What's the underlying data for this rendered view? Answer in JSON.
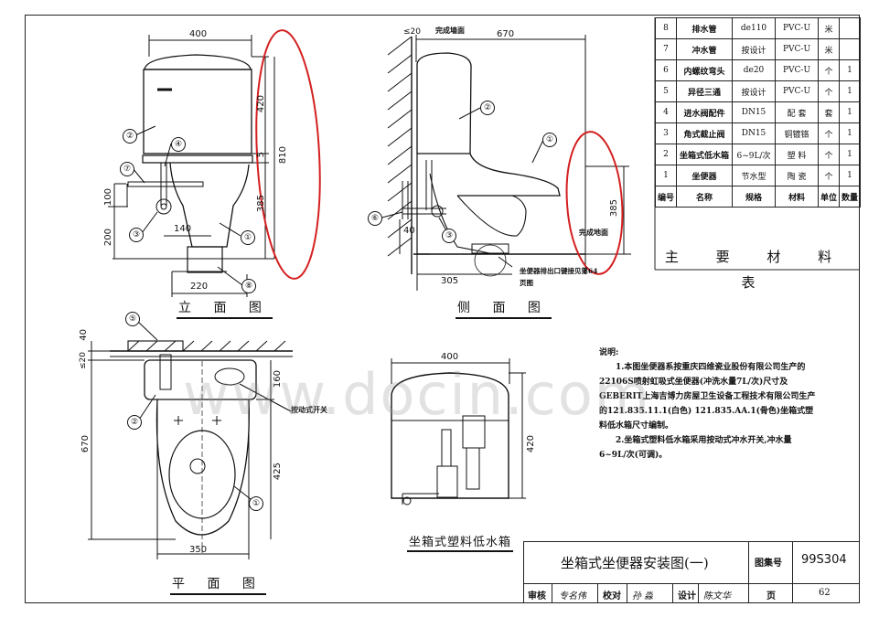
{
  "front_view": {
    "title": "立 面 图",
    "dims": {
      "w400": "400",
      "h420": "420",
      "h5": "5",
      "h810": "810",
      "h385": "385",
      "h100": "100",
      "h200": "200",
      "w140": "140",
      "w220": "220"
    },
    "callouts": [
      "①",
      "②",
      "③",
      "④",
      "⑦",
      "⑧"
    ]
  },
  "side_view": {
    "title": "侧 面 图",
    "wall_label": "完成墙面",
    "floor_label": "完成地面",
    "outlet_note": "坐便器排出口键接见第64页图",
    "dims": {
      "w20": "≤20",
      "w670": "670",
      "h385": "385",
      "h40": "40",
      "w305": "305"
    },
    "callouts": [
      "①",
      "②",
      "③",
      "⑥"
    ]
  },
  "plan_view": {
    "title": "平 面 图",
    "button_label": "按动式开关",
    "dims": {
      "h40": "40",
      "h20": "≤20",
      "h160": "160",
      "h670": "670",
      "h425": "425",
      "w350": "350"
    },
    "callouts": [
      "①",
      "②",
      "⑤"
    ]
  },
  "tank_view": {
    "title": "坐箱式塑料低水箱",
    "dims": {
      "w400": "400",
      "h420": "420"
    }
  },
  "materials_table": {
    "rows": [
      {
        "no": "8",
        "name": "排水管",
        "spec": "de110",
        "material": "PVC-U",
        "unit": "米",
        "qty": ""
      },
      {
        "no": "7",
        "name": "冲水管",
        "spec": "按设计",
        "material": "PVC-U",
        "unit": "米",
        "qty": ""
      },
      {
        "no": "6",
        "name": "内螺纹弯头",
        "spec": "de20",
        "material": "PVC-U",
        "unit": "个",
        "qty": "1"
      },
      {
        "no": "5",
        "name": "异径三通",
        "spec": "按设计",
        "material": "PVC-U",
        "unit": "个",
        "qty": "1"
      },
      {
        "no": "4",
        "name": "进水阀配件",
        "spec": "DN15",
        "material": "配 套",
        "unit": "套",
        "qty": "1"
      },
      {
        "no": "3",
        "name": "角式截止阀",
        "spec": "DN15",
        "material": "铜镀铬",
        "unit": "个",
        "qty": "1"
      },
      {
        "no": "2",
        "name": "坐箱式低水箱",
        "spec": "6~9L/次",
        "material": "塑 料",
        "unit": "个",
        "qty": "1"
      },
      {
        "no": "1",
        "name": "坐便器",
        "spec": "节水型",
        "material": "陶 瓷",
        "unit": "个",
        "qty": "1"
      }
    ],
    "header": {
      "no": "编号",
      "name": "名称",
      "spec": "规格",
      "material": "材料",
      "unit": "单位",
      "qty": "数量"
    },
    "title": "主 要 材 料 表"
  },
  "notes": {
    "heading": "说明:",
    "line1": "1.本图坐便器系按重庆四维瓷业股份有限公司生产的22106S喷射虹吸式坐便器(冲洗水量7L/次)尺寸及GEBERIT上海吉博力房屋卫生设备工程技术有限公司生产的121.835.11.1(白色) 121.835.AA.1(骨色)坐箱式塑料低水箱尺寸编制。",
    "line2": "2.坐箱式塑料低水箱采用按动式冲水开关,冲水量6~9L/次(可调)。"
  },
  "title_block": {
    "drawing_name": "坐箱式坐便器安装图(一)",
    "atlas_label": "图集号",
    "atlas_no": "99S304",
    "review_label": "审核",
    "review_name": "专名伟",
    "check_label": "校对",
    "check_name": "孙 淼",
    "design_label": "设计",
    "design_name": "陈文华",
    "page_label": "页",
    "page_no": "62"
  },
  "watermark": "www.docin.com",
  "annotation_color": "#d42020"
}
